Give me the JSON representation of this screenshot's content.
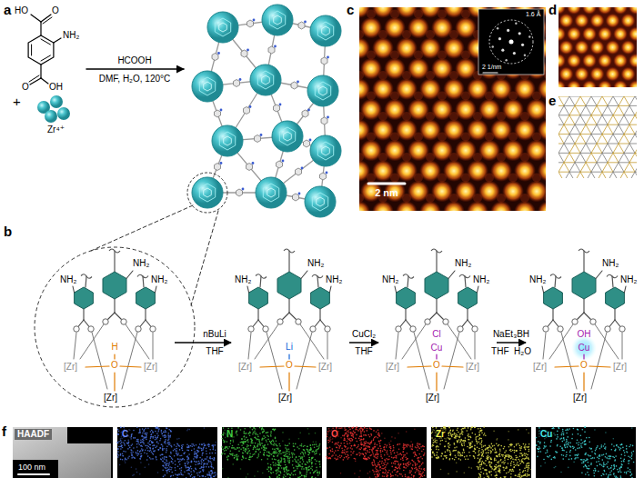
{
  "diagram": {
    "nodes": [
      {
        "text": [
          "NH₂",
          "NH₂",
          "NH₂",
          "H",
          "O",
          "[Zr]",
          "[Zr]",
          "[Zr]"
        ]
      },
      {
        "text": [
          "NH₂",
          "NH₂",
          "NH₂",
          "Li",
          "O",
          "[Zr]",
          "[Zr]",
          "[Zr]"
        ]
      },
      {
        "text": [
          "NH₂",
          "NH₂",
          "NH₂",
          "Cl",
          "Cu",
          "O",
          "[Zr]",
          "[Zr]",
          "[Zr]"
        ]
      },
      {
        "text": [
          "NH₂",
          "NH₂",
          "NH₂",
          "OH",
          "Cu",
          "O",
          "[Zr]",
          "[Zr]",
          "[Zr]"
        ]
      },
      {
        "text": [
          "HAADF",
          "100 nm"
        ]
      },
      {
        "text": [
          "C"
        ]
      },
      {
        "text": [
          "N"
        ]
      },
      {
        "text": [
          "O"
        ]
      },
      {
        "text": [
          "Zr"
        ]
      },
      {
        "text": [
          "Cu"
        ]
      }
    ],
    "edges": [
      {
        "from": 0,
        "to": 1,
        "arrow": "to"
      },
      {
        "from": 1,
        "to": 2,
        "arrow": "to"
      },
      {
        "from": 2,
        "to": 3,
        "arrow": "to"
      }
    ],
    "labels": [
      "a",
      "HO",
      "O",
      "NH₂",
      "O",
      "OH",
      "+",
      "Zr⁴⁺",
      "HCOOH",
      "DMF, H₂O, 120°C",
      "c",
      "1.6 Å",
      "2 1/nm",
      "2 nm",
      "d",
      "e",
      "b",
      "nBuLi",
      "THF",
      "CuCl₂",
      "THF",
      "NaEt₃BH",
      "THF  H₂O",
      "f"
    ]
  }
}
